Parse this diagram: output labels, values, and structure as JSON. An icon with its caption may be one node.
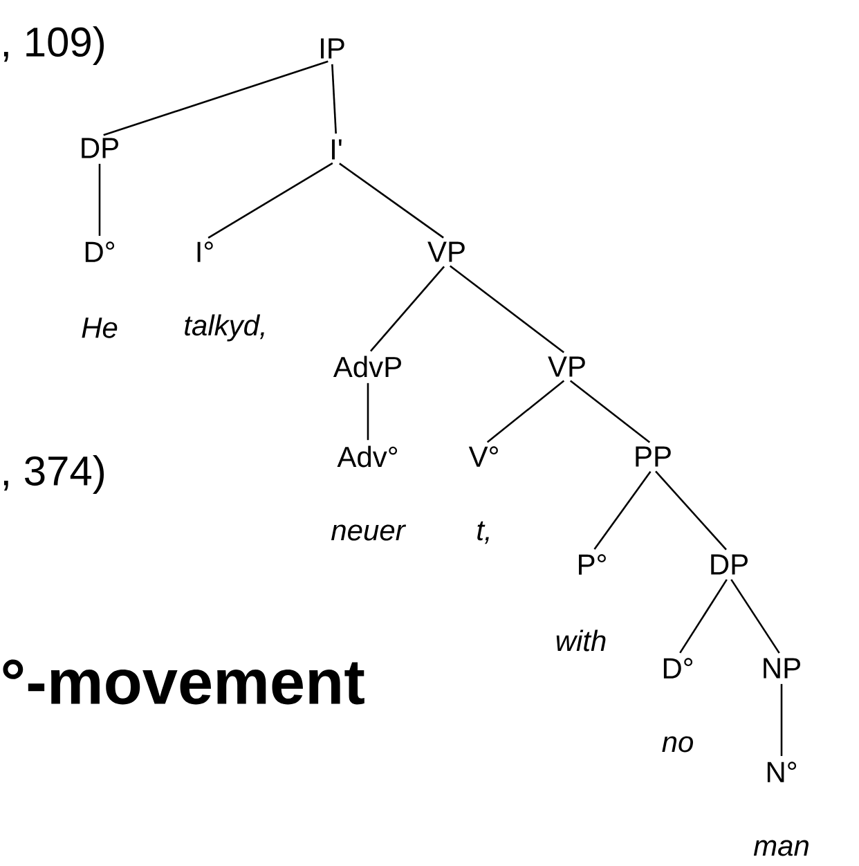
{
  "diagram": {
    "nodes": [
      {
        "text": [
          "IP"
        ]
      },
      {
        "text": [
          "DP"
        ]
      },
      {
        "text": [
          "I'"
        ]
      },
      {
        "text": [
          "D°"
        ],
        "beside": [
          "He"
        ]
      },
      {
        "text": [
          "I°"
        ],
        "beside": [
          "talkyd,"
        ]
      },
      {
        "text": [
          "VP"
        ]
      },
      {
        "text": [
          "AdvP"
        ]
      },
      {
        "text": [
          "VP"
        ]
      },
      {
        "text": [
          "Adv°"
        ],
        "beside": [
          "neuer"
        ]
      },
      {
        "text": [
          "V°"
        ],
        "beside": [
          "t,"
        ]
      },
      {
        "text": [
          "PP"
        ]
      },
      {
        "text": [
          "P°"
        ],
        "beside": [
          "with"
        ]
      },
      {
        "text": [
          "DP"
        ]
      },
      {
        "text": [
          "D°"
        ],
        "beside": [
          "no"
        ]
      },
      {
        "text": [
          "NP"
        ]
      },
      {
        "text": [
          "N°"
        ],
        "beside": [
          "man"
        ]
      }
    ],
    "edges": [
      {
        "from": 0,
        "to": 1,
        "arrow": "none"
      },
      {
        "from": 0,
        "to": 2,
        "arrow": "none"
      },
      {
        "from": 1,
        "to": 3,
        "arrow": "none"
      },
      {
        "from": 2,
        "to": 4,
        "arrow": "none"
      },
      {
        "from": 2,
        "to": 5,
        "arrow": "none"
      },
      {
        "from": 5,
        "to": 6,
        "arrow": "none"
      },
      {
        "from": 5,
        "to": 7,
        "arrow": "none"
      },
      {
        "from": 6,
        "to": 8,
        "arrow": "none"
      },
      {
        "from": 7,
        "to": 9,
        "arrow": "none"
      },
      {
        "from": 7,
        "to": 10,
        "arrow": "none"
      },
      {
        "from": 10,
        "to": 11,
        "arrow": "none"
      },
      {
        "from": 10,
        "to": 12,
        "arrow": "none"
      },
      {
        "from": 12,
        "to": 13,
        "arrow": "none"
      },
      {
        "from": 12,
        "to": 14,
        "arrow": "none"
      },
      {
        "from": 14,
        "to": 15,
        "arrow": "none"
      }
    ],
    "labels": [
      ", 109)",
      ", 374)",
      "°-movement"
    ]
  }
}
